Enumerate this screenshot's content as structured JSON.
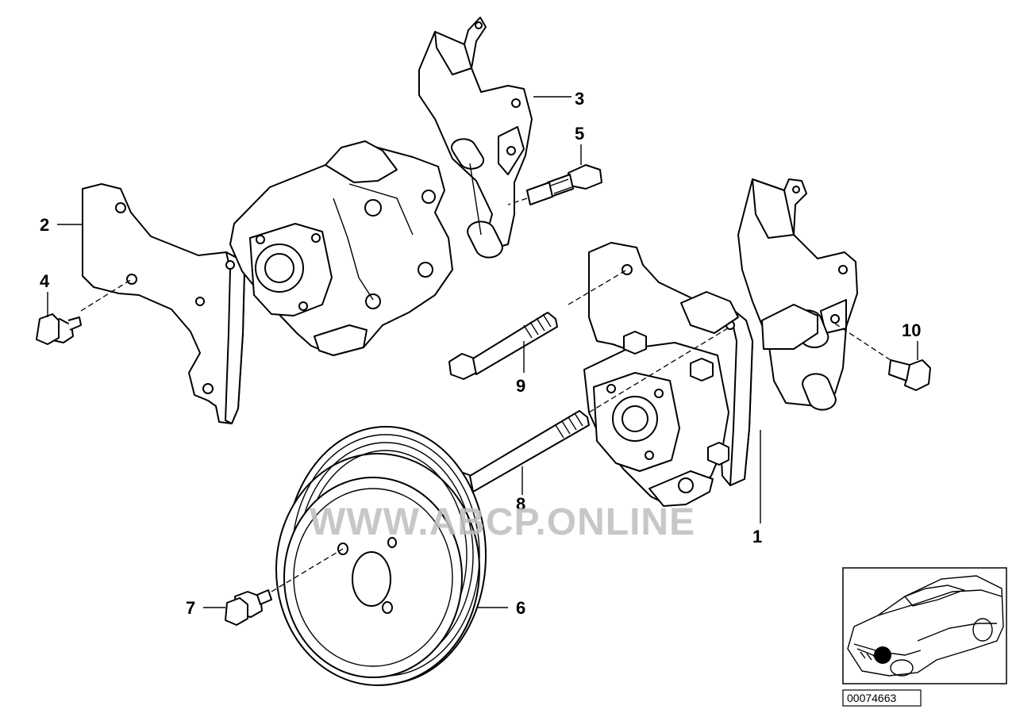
{
  "watermark": "WWW.ABCP.ONLINE",
  "reference_code": "00074663",
  "part_labels": {
    "p1": "1",
    "p2": "2",
    "p3": "3",
    "p4": "4",
    "p5": "5",
    "p6": "6",
    "p7": "7",
    "p8": "8",
    "p9": "9",
    "p10": "10"
  }
}
